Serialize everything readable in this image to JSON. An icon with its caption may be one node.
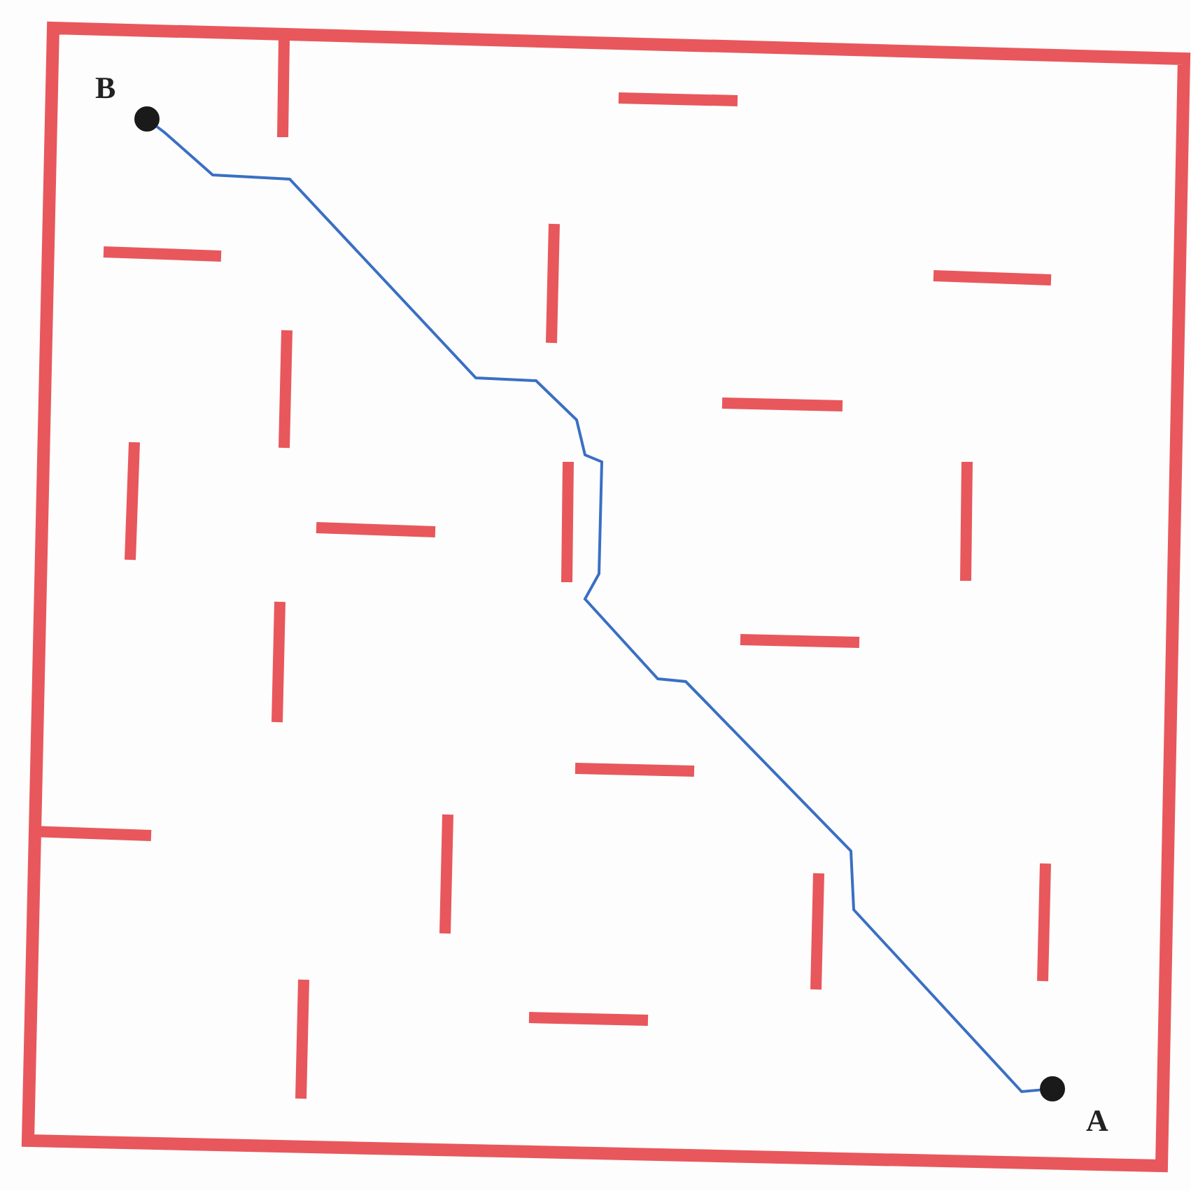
{
  "diagram": {
    "nodes": [
      {
        "text": [],
        "shape": "circle",
        "beside": [
          "B"
        ]
      },
      {
        "text": [],
        "shape": "circle",
        "beside": [
          "A"
        ]
      }
    ],
    "edges": [
      {
        "from": 1,
        "to": 0,
        "arrow": "none"
      }
    ]
  }
}
